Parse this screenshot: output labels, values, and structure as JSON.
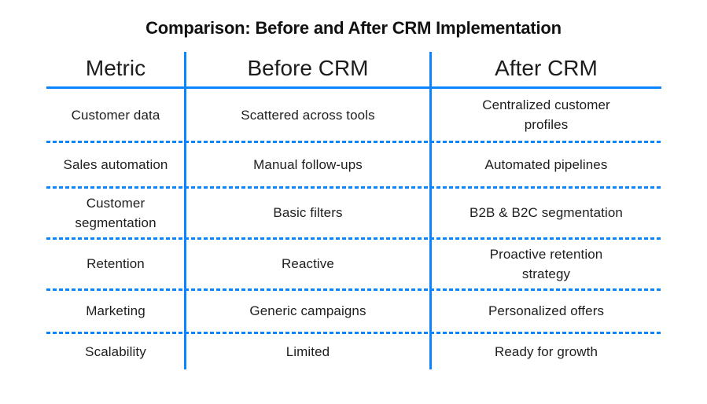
{
  "title": "Comparison: Before and After CRM Implementation",
  "colors": {
    "accent_blue": "#0A85FF",
    "title_text": "#111111",
    "body_text": "#1E1E1E"
  },
  "table": {
    "headers": [
      "Metric",
      "Before CRM",
      "After CRM"
    ],
    "rows": [
      {
        "metric": "Customer data",
        "before": "Scattered across tools",
        "after": "Centralized customer\nprofiles"
      },
      {
        "metric": "Sales automation",
        "before": "Manual follow-ups",
        "after": "Automated pipelines"
      },
      {
        "metric": "Customer\nsegmentation",
        "before": "Basic filters",
        "after": "B2B & B2C segmentation"
      },
      {
        "metric": "Retention",
        "before": "Reactive",
        "after": "Proactive retention\nstrategy"
      },
      {
        "metric": "Marketing",
        "before": "Generic campaigns",
        "after": "Personalized offers"
      },
      {
        "metric": "Scalability",
        "before": "Limited",
        "after": "Ready for growth"
      }
    ]
  }
}
